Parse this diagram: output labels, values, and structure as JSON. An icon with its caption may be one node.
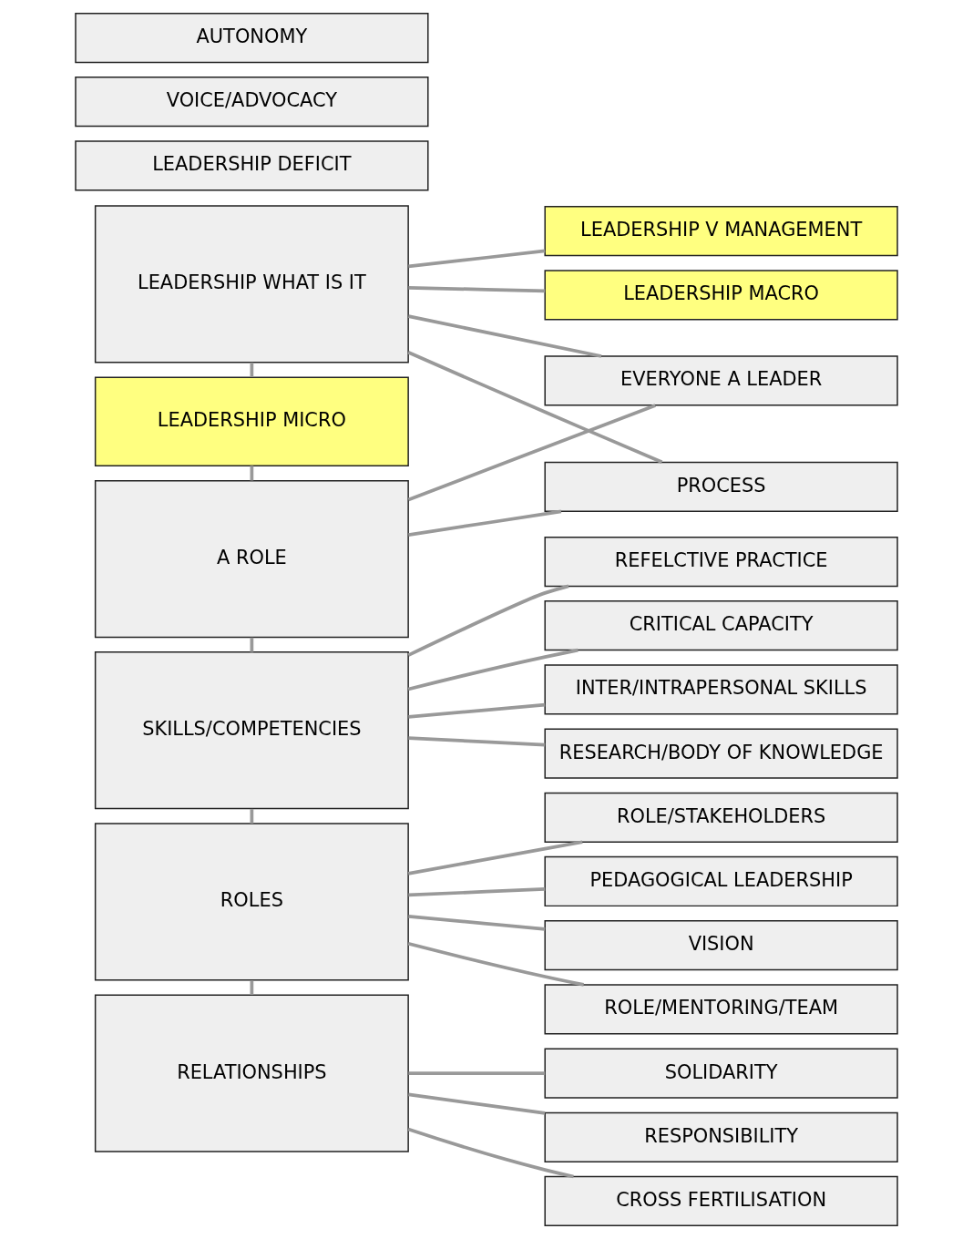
{
  "diagram": {
    "nodes": [
      {
        "text": [
          "LEADERSHIP WHAT IS IT"
        ]
      },
      {
        "text": [
          "LEADERSHIP MACRO"
        ]
      },
      {
        "text": [
          "LEADERSHIP DEFICIT"
        ]
      },
      {
        "text": [
          "CRITICAL CAPACITY"
        ]
      },
      {
        "text": [
          "VOICE/ADVOCACY"
        ]
      },
      {
        "text": [
          "AUTONOMY"
        ]
      },
      {
        "text": [
          "LEADERSHIP MICRO"
        ]
      },
      {
        "text": [
          "LEADERSHIP V MANAGEMENT"
        ]
      },
      {
        "text": [
          "A ROLE"
        ]
      },
      {
        "text": [
          "PROCESS"
        ]
      },
      {
        "text": [
          "EVERYONE A LEADER"
        ]
      },
      {
        "text": [
          "SKILLS/COMPETENCIES"
        ]
      },
      {
        "text": [
          "INTER/INTRAPERSONAL SKILLS"
        ]
      },
      {
        "text": [
          "RESEARCH/BODY OF KNOWLEDGE"
        ]
      },
      {
        "text": [
          "REFELCTIVE PRACTICE"
        ]
      },
      {
        "text": [
          "ROLES"
        ]
      },
      {
        "text": [
          "PEDAGOGICAL LEADERSHIP"
        ]
      },
      {
        "text": [
          "VISION"
        ]
      },
      {
        "text": [
          "ROLE/MENTORING/TEAM"
        ]
      },
      {
        "text": [
          "ROLE/STAKEHOLDERS"
        ]
      },
      {
        "text": [
          "RELATIONSHIPS"
        ]
      },
      {
        "text": [
          "SOLIDARITY"
        ]
      },
      {
        "text": [
          "RESPONSIBILITY"
        ]
      },
      {
        "text": [
          "CROSS FERTILISATION"
        ]
      }
    ],
    "edges": [
      {
        "from": 0,
        "to": 1,
        "arrow": "none"
      },
      {
        "from": 0,
        "to": 7,
        "arrow": "none"
      },
      {
        "from": 0,
        "to": 6,
        "arrow": "none"
      },
      {
        "from": 0,
        "to": 9,
        "arrow": "none"
      },
      {
        "from": 0,
        "to": 10,
        "arrow": "none"
      },
      {
        "from": 6,
        "to": 8,
        "arrow": "none"
      },
      {
        "from": 8,
        "to": 9,
        "arrow": "none"
      },
      {
        "from": 8,
        "to": 10,
        "arrow": "none"
      },
      {
        "from": 8,
        "to": 11,
        "arrow": "none"
      },
      {
        "from": 11,
        "to": 3,
        "arrow": "none"
      },
      {
        "from": 11,
        "to": 12,
        "arrow": "none"
      },
      {
        "from": 11,
        "to": 13,
        "arrow": "none"
      },
      {
        "from": 11,
        "to": 14,
        "arrow": "none"
      },
      {
        "from": 11,
        "to": 15,
        "arrow": "none"
      },
      {
        "from": 15,
        "to": 16,
        "arrow": "none"
      },
      {
        "from": 15,
        "to": 17,
        "arrow": "none"
      },
      {
        "from": 15,
        "to": 18,
        "arrow": "none"
      },
      {
        "from": 15,
        "to": 19,
        "arrow": "none"
      },
      {
        "from": 15,
        "to": 20,
        "arrow": "none"
      },
      {
        "from": 20,
        "to": 21,
        "arrow": "none"
      },
      {
        "from": 20,
        "to": 22,
        "arrow": "none"
      },
      {
        "from": 20,
        "to": 23,
        "arrow": "none"
      }
    ]
  }
}
